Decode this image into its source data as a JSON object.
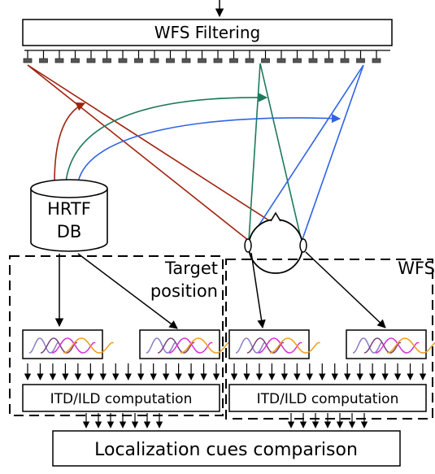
{
  "wfs_filtering": "WFS Filtering",
  "hrtf_db": {
    "line1": "HRTF",
    "line2": "DB"
  },
  "target_position": {
    "line1": "Target",
    "line2": "position"
  },
  "wfs": "WFS",
  "itd_ild_left": "ITD/ILD computation",
  "itd_ild_right": "ITD/ILD computation",
  "comparison": "Localization cues comparison",
  "colors": {
    "red": "#a0230f",
    "green": "#1d7a5a",
    "blue": "#2f63e6",
    "wave1": "#8a7cc8",
    "wave2": "#7a3f7a",
    "wave3": "#d62fd6",
    "wave4": "#f29a1c"
  }
}
